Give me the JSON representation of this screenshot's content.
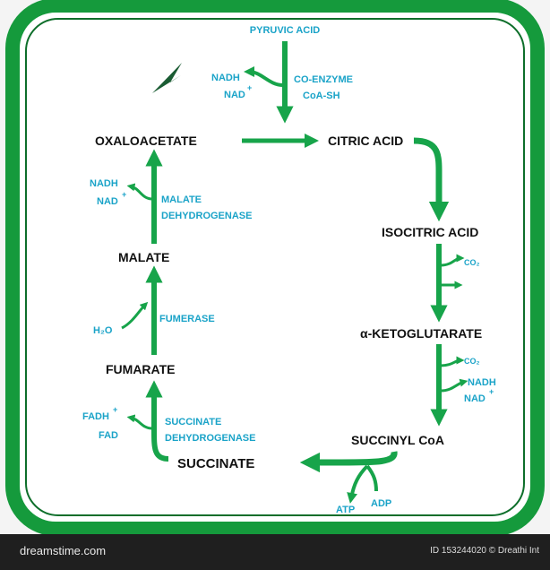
{
  "colors": {
    "frame": "#159a3c",
    "arrow": "#17a44a",
    "dark_text": "#111111",
    "blue_text": "#1aa3c8",
    "footer": "#1f1f1f"
  },
  "labels": {
    "pyruvic_acid": "PYRUVIC ACID",
    "coenzyme": "CO-ENZYME",
    "coa_sh": "CoA-SH",
    "nadh_top": "NADH",
    "nad_top": "NAD",
    "citric_acid": "CITRIC ACID",
    "isocitric_acid": "ISOCITRIC ACID",
    "co2_a": "CO₂",
    "a_ketoglutarate": "α-KETOGLUTARATE",
    "co2_b": "CO₂",
    "nadh_right": "NADH",
    "nad_right": "NAD",
    "succinyl_coa": "SUCCINYL CoA",
    "atp": "ATP",
    "adp": "ADP",
    "succinate": "SUCCINATE",
    "succinate_dh_1": "SUCCINATE",
    "succinate_dh_2": "DEHYDROGENASE",
    "fadh": "FADH",
    "fad": "FAD",
    "fumarate": "FUMARATE",
    "fumerase": "FUMERASE",
    "h2o": "H₂O",
    "malate": "MALATE",
    "malate_dh_1": "MALATE",
    "malate_dh_2": "DEHYDROGENASE",
    "nadh_left": "NADH",
    "nad_left": "NAD",
    "oxaloacetate": "OXALOACETATE",
    "plus": "+"
  },
  "footer": {
    "logo": "dreamstime.com",
    "id": "ID 153244020 © Dreathi Int"
  }
}
